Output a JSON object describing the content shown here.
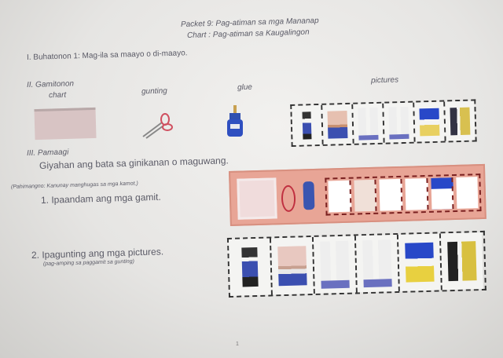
{
  "header": {
    "title": "Packet 9: Pag-atiman sa mga Mananap",
    "subtitle": "Chart : Pag-atiman sa Kaugalingon"
  },
  "section1": {
    "text": "I. Buhatonon 1: Mag-ila sa maayo o di-maayo."
  },
  "section2": {
    "heading": "II. Gamitonon",
    "materials": [
      {
        "label": "chart",
        "icon": "chart-board-icon"
      },
      {
        "label": "gunting",
        "icon": "scissors-icon"
      },
      {
        "label": "glue",
        "icon": "glue-bottle-icon"
      },
      {
        "label": "pictures",
        "icon": "picture-strip-icon"
      }
    ]
  },
  "section3": {
    "heading": "III. Pamaagi",
    "guide": "Giyahan ang bata sa ginikanan o maguwang.",
    "note": "(Pahimangno: Kanunay manghugas sa mga kamot.)",
    "step1": "1. Ipaandam ang mga gamit.",
    "step2": "2. Ipagunting ang mga pictures.",
    "step2_note": "(pag-amping sa paggamit sa gunting)"
  },
  "picture_panels": [
    {
      "name": "boy-pointing"
    },
    {
      "name": "classroom-scene"
    },
    {
      "name": "two-children-flag"
    },
    {
      "name": "two-children-flag-2"
    },
    {
      "name": "blue-board-child"
    },
    {
      "name": "child-with-bin"
    }
  ],
  "colors": {
    "salmon_panel": "#e8a596",
    "ink": "#5a5a66",
    "dash": "#333333"
  },
  "footer": {
    "page_number": "1"
  }
}
